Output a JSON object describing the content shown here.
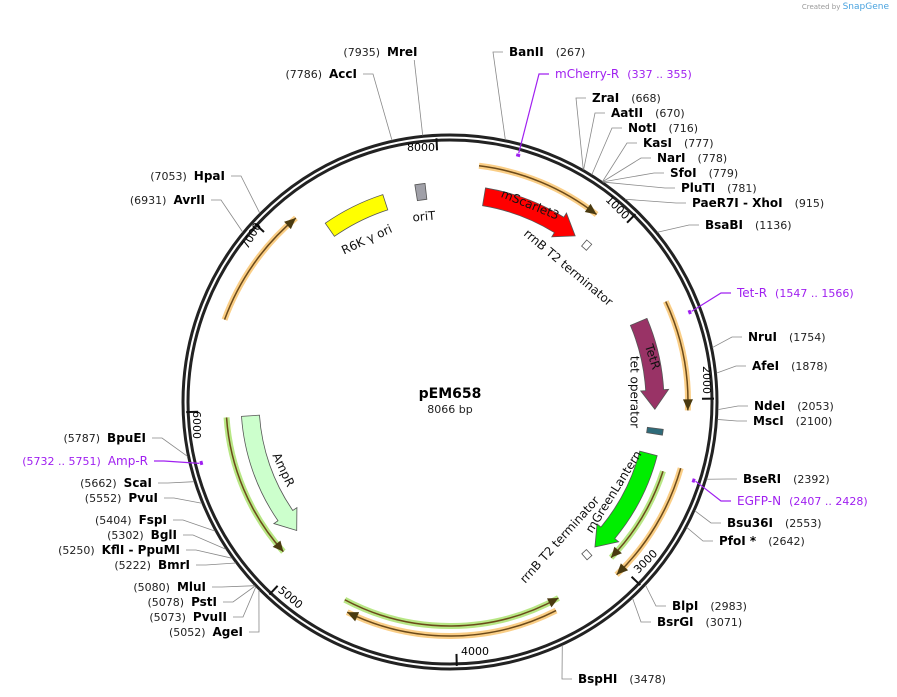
{
  "credit": {
    "prefix": "Created by",
    "brand": "SnapGene"
  },
  "plasmid": {
    "name": "pEM658",
    "length_label": "8066 bp",
    "length_bp": 8066
  },
  "ticks": [
    "1000",
    "2000",
    "3000",
    "4000",
    "5000",
    "6000",
    "7000",
    "8000"
  ],
  "features": [
    {
      "label": "mScarlet3",
      "type": "arrow",
      "start": 211,
      "end": 829,
      "dir": "cw",
      "color": "#ff0000"
    },
    {
      "label": "rrnB T2 terminator",
      "type": "terminator",
      "start": 900,
      "end": 940,
      "color": "#ffffff"
    },
    {
      "label": "TetR",
      "type": "arrow",
      "start": 1501,
      "end": 2062,
      "dir": "cw",
      "color": "#993366"
    },
    {
      "label": "tet operator",
      "type": "box",
      "start": 2180,
      "end": 2215,
      "color": "#2e6b7a"
    },
    {
      "label": "mGreenLantern",
      "type": "arrow",
      "start": 2342,
      "end": 3025,
      "dir": "cw",
      "color": "#00ee00"
    },
    {
      "label": "rrnB T2 terminator",
      "type": "terminator",
      "start": 3075,
      "end": 3115,
      "color": "#ffffff"
    },
    {
      "label": "AmpR",
      "type": "arrow",
      "start": 5154,
      "end": 5961,
      "dir": "ccw",
      "color": "#ccffcc"
    },
    {
      "label": "R6K γ ori",
      "type": "box",
      "start": 7284,
      "end": 7664,
      "color": "#ffff00"
    },
    {
      "label": "oriT",
      "type": "box",
      "start": 7860,
      "end": 7920,
      "color": "#a0a0a8"
    }
  ],
  "orfs": [
    {
      "start": 157,
      "end": 852,
      "dir": "cw",
      "color": "#f5a623"
    },
    {
      "start": 1457,
      "end": 2062,
      "dir": "cw",
      "color": "#f5a623"
    },
    {
      "start": 2375,
      "end": 3048,
      "dir": "cw",
      "color": "#f5a623"
    },
    {
      "start": 2420,
      "end": 3003,
      "dir": "cw",
      "color": "#7ed321"
    },
    {
      "start": 3429,
      "end": 4617,
      "dir": "cw",
      "color": "#f5a623"
    },
    {
      "start": 3384,
      "end": 4661,
      "dir": "ccw",
      "color": "#7ed321"
    },
    {
      "start": 5110,
      "end": 5961,
      "dir": "ccw",
      "color": "#7ed321"
    },
    {
      "start": 6499,
      "end": 7171,
      "dir": "cw",
      "color": "#f5a623"
    }
  ],
  "sites": [
    {
      "name": "MreI",
      "pos": "(7935)",
      "bp": 7935
    },
    {
      "name": "BanII",
      "pos": "(267)",
      "bp": 267
    },
    {
      "name": "mCherry-R",
      "pos": "(337 .. 355)",
      "bp": 346,
      "primer": true
    },
    {
      "name": "ZraI",
      "pos": "(668)",
      "bp": 668
    },
    {
      "name": "AatII",
      "pos": "(670)",
      "bp": 670
    },
    {
      "name": "NotI",
      "pos": "(716)",
      "bp": 716
    },
    {
      "name": "KasI",
      "pos": "(777)",
      "bp": 777
    },
    {
      "name": "NarI",
      "pos": "(778)",
      "bp": 778
    },
    {
      "name": "SfoI",
      "pos": "(779)",
      "bp": 779
    },
    {
      "name": "PluTI",
      "pos": "(781)",
      "bp": 781
    },
    {
      "name": "PaeR7I  -  XhoI",
      "pos": "(915)",
      "bp": 915
    },
    {
      "name": "BsaBI",
      "pos": "(1136)",
      "bp": 1136
    },
    {
      "name": "Tet-R",
      "pos": "(1547 .. 1566)",
      "bp": 1556,
      "primer": true
    },
    {
      "name": "NruI",
      "pos": "(1754)",
      "bp": 1754
    },
    {
      "name": "AfeI",
      "pos": "(1878)",
      "bp": 1878
    },
    {
      "name": "NdeI",
      "pos": "(2053)",
      "bp": 2053
    },
    {
      "name": "MscI",
      "pos": "(2100)",
      "bp": 2100
    },
    {
      "name": "BseRI",
      "pos": "(2392)",
      "bp": 2392
    },
    {
      "name": "EGFP-N",
      "pos": "(2407 .. 2428)",
      "bp": 2417,
      "primer": true
    },
    {
      "name": "Bsu36I",
      "pos": "(2553)",
      "bp": 2553
    },
    {
      "name": "PfoI *",
      "pos": "(2642)",
      "bp": 2642
    },
    {
      "name": "BlpI",
      "pos": "(2983)",
      "bp": 2983
    },
    {
      "name": "BsrGI",
      "pos": "(3071)",
      "bp": 3071
    },
    {
      "name": "BspHI",
      "pos": "(3478)",
      "bp": 3478
    },
    {
      "name": "AgeI",
      "pos": "(5052)",
      "bp": 5052
    },
    {
      "name": "PvuII",
      "pos": "(5073)",
      "bp": 5073
    },
    {
      "name": "PstI",
      "pos": "(5078)",
      "bp": 5078
    },
    {
      "name": "MluI",
      "pos": "(5080)",
      "bp": 5080
    },
    {
      "name": "BmrI",
      "pos": "(5222)",
      "bp": 5222
    },
    {
      "name": "KflI  -  PpuMI",
      "pos": "(5250)",
      "bp": 5250
    },
    {
      "name": "BglI",
      "pos": "(5302)",
      "bp": 5302
    },
    {
      "name": "FspI",
      "pos": "(5404)",
      "bp": 5404
    },
    {
      "name": "PvuI",
      "pos": "(5552)",
      "bp": 5552
    },
    {
      "name": "ScaI",
      "pos": "(5662)",
      "bp": 5662
    },
    {
      "name": "Amp-R",
      "pos": "(5732 .. 5751)",
      "bp": 5741,
      "primer": true
    },
    {
      "name": "BpuEI",
      "pos": "(5787)",
      "bp": 5787
    },
    {
      "name": "AvrII",
      "pos": "(6931)",
      "bp": 6931
    },
    {
      "name": "HpaI",
      "pos": "(7053)",
      "bp": 7053
    },
    {
      "name": "AccI",
      "pos": "(7786)",
      "bp": 7786
    }
  ]
}
